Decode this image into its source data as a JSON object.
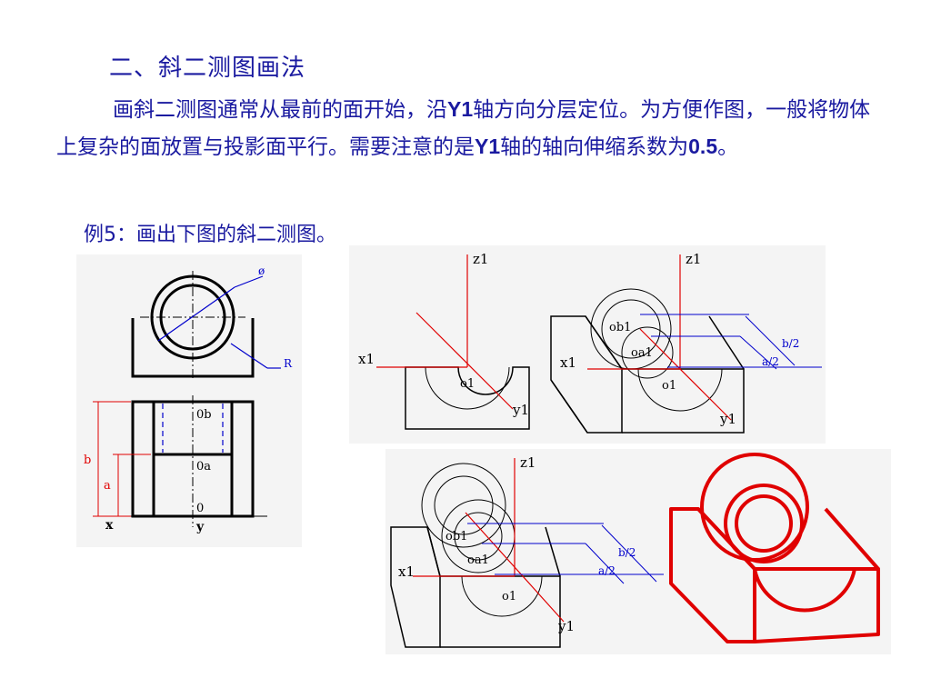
{
  "heading": "二、斜二测图画法",
  "paragraph": {
    "part1": "画斜二测图通常从最前的面开始，沿",
    "bold1": "Y1",
    "part2": "轴方向分层定位。为方便作图，一般将物体上复杂的面放置与投影面平行。需要注意的是",
    "bold2": "Y1",
    "part3": "轴的轴向伸缩系数为",
    "bold3": "0.5",
    "part4": "。"
  },
  "example": "例5：画出下图的斜二测图。",
  "figure1": {
    "phi": "ø",
    "r": "R",
    "ob": "0b",
    "oa": "0a",
    "o": "0",
    "x": "x",
    "y": "y",
    "dim_b": "b",
    "dim_a": "a"
  },
  "figure2": {
    "z1": "z1",
    "x1": "x1",
    "o1": "o1",
    "y1": "y1"
  },
  "figure3": {
    "z1": "z1",
    "x1": "x1",
    "ob1": "ob1",
    "oa1": "oa1",
    "o1": "o1",
    "y1": "y1",
    "b2": "b/2",
    "a2": "a/2"
  },
  "figure4": {
    "z1": "z1",
    "x1": "x1",
    "ob1": "ob1",
    "oa1": "oa1",
    "o1": "o1",
    "y1": "y1",
    "b2": "b/2",
    "a2": "a/2"
  },
  "colors": {
    "text": "#1a1aa0",
    "axis": "#e00000",
    "dim": "#0000cc",
    "result": "#e00000"
  }
}
